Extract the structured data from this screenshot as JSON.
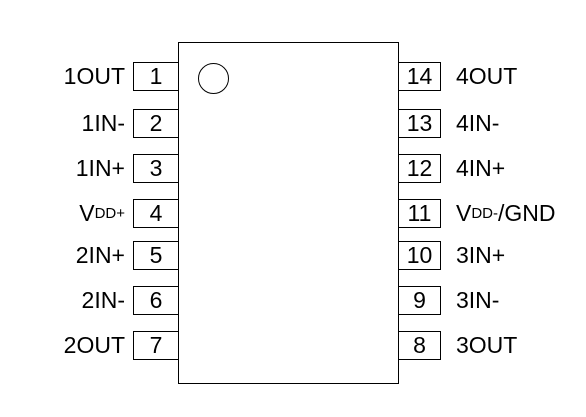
{
  "left_pins": [
    {
      "number": "1",
      "label": "1OUT"
    },
    {
      "number": "2",
      "label": "1IN-"
    },
    {
      "number": "3",
      "label": "1IN+"
    },
    {
      "number": "4",
      "label": "V",
      "label_sub": "DD+"
    },
    {
      "number": "5",
      "label": "2IN+"
    },
    {
      "number": "6",
      "label": "2IN-"
    },
    {
      "number": "7",
      "label": "2OUT"
    }
  ],
  "right_pins": [
    {
      "number": "14",
      "label": "4OUT"
    },
    {
      "number": "13",
      "label": "4IN-"
    },
    {
      "number": "12",
      "label": "4IN+"
    },
    {
      "number": "11",
      "label": "V",
      "label_sub": "DD-",
      "label_suffix": "/GND"
    },
    {
      "number": "10",
      "label": "3IN+"
    },
    {
      "number": "9",
      "label": "3IN-"
    },
    {
      "number": "8",
      "label": "3OUT"
    }
  ]
}
